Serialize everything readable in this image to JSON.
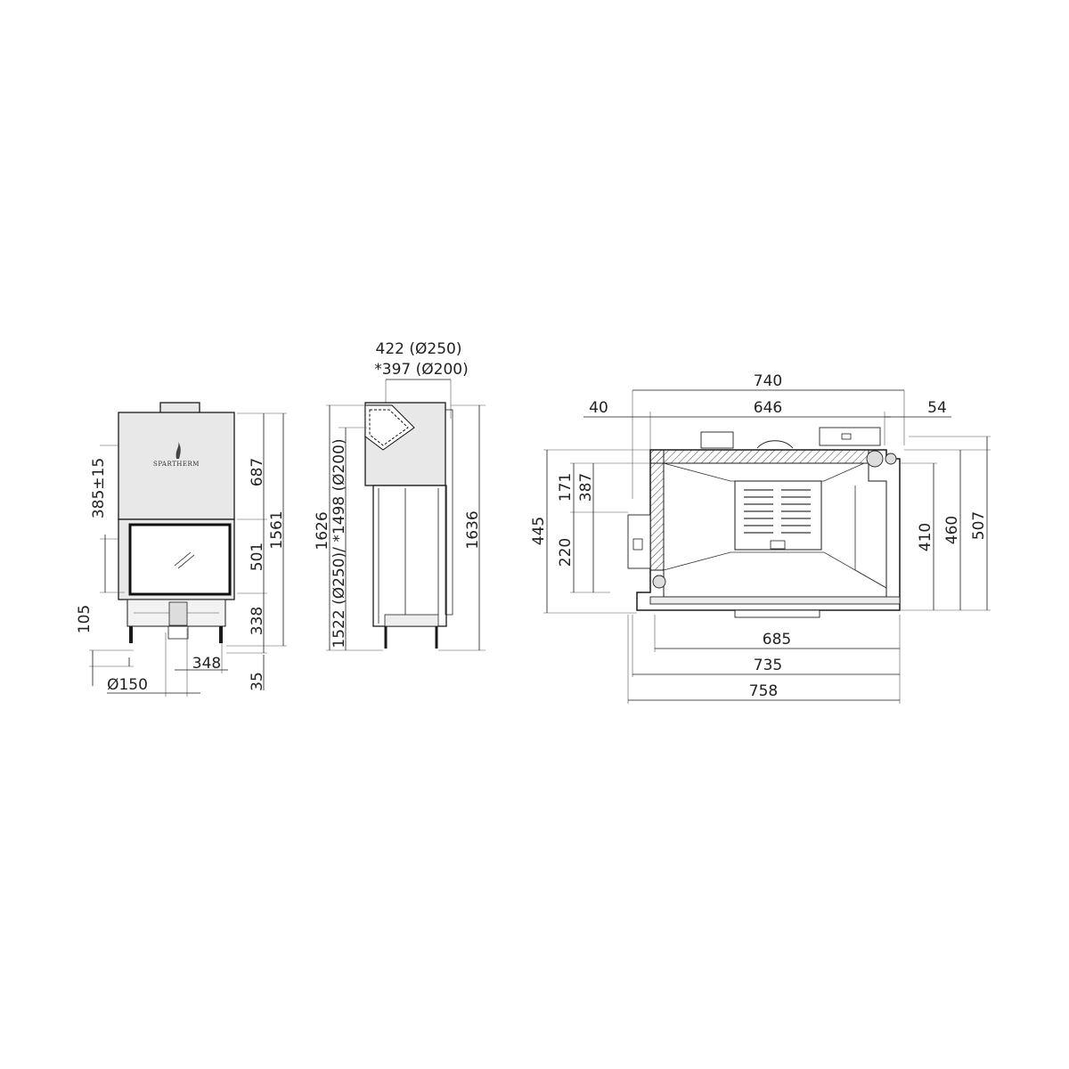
{
  "brand": "SPARTHERM",
  "front_view": {
    "dims": {
      "d687": "687",
      "d1561": "1561",
      "d501": "501",
      "d338": "338",
      "d35": "35",
      "d385": "385±15",
      "d105": "105",
      "d348": "348",
      "d150": "Ø150"
    }
  },
  "side_view": {
    "dims": {
      "top1": "422 (Ø250)",
      "top2": "*397 (Ø200)",
      "left_a": "1626",
      "left_b": "1522 (Ø250)/ *1498 (Ø200)",
      "right": "1636"
    }
  },
  "plan_view": {
    "dims": {
      "d740": "740",
      "d40": "40",
      "d646": "646",
      "d54": "54",
      "d445": "445",
      "d171": "171",
      "d387": "387",
      "d220": "220",
      "d410": "410",
      "d460": "460",
      "d507": "507",
      "d685": "685",
      "d735": "735",
      "d758": "758"
    }
  }
}
